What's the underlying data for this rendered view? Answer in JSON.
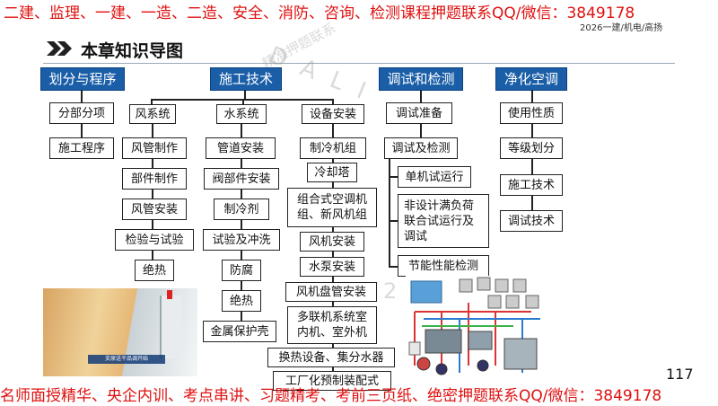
{
  "ad_top": "二建、监理、一建、一造、二造、安全、消防、咨询、检测课程押题联系QQ/微信：3849178",
  "ad_bottom": "名师面授精华、央企内训、考点串讲、习题精考、考前三页纸、绝密押题联系QQ/微信：3849178",
  "header_right": "2026一建/机电/高扬",
  "watermark_text": "精准押题联系",
  "watermark_bg": "DALI",
  "watermark_bottom": "2",
  "title": "本章知识导图",
  "page_number": "117",
  "photo_caption": "支原送干品调开始",
  "colors": {
    "header_bg": "#1a5ea8",
    "ad_red": "#e01010",
    "chevron": "#222222"
  },
  "sections": {
    "division": {
      "label": "划分与程序",
      "items": [
        "分部分项",
        "施工程序"
      ]
    },
    "construction": {
      "label": "施工技术",
      "wind": {
        "label": "风系统",
        "items": [
          "风管制作",
          "部件制作",
          "风管安装",
          "检验与试验",
          "绝热"
        ]
      },
      "water": {
        "label": "水系统",
        "items": [
          "管道安装",
          "阀部件安装",
          "制冷剂",
          "试验及冲洗",
          "防腐",
          "绝热",
          "金属保护壳"
        ]
      },
      "equipment": {
        "label": "设备安装",
        "items": [
          "制冷机组",
          "冷却塔",
          "组合式空调机组、新风机组",
          "风机安装",
          "水泵安装",
          "风机盘管安装",
          "多联机系统室内机、室外机",
          "换热设备、集分水器",
          "工厂化预制装配式"
        ]
      }
    },
    "testing": {
      "label": "调试和检测",
      "prep": "调试准备",
      "main": "调试及检测",
      "sub": [
        "单机试运行",
        "非设计满负荷联合试运行及调试",
        "节能性能检测"
      ]
    },
    "clean": {
      "label": "净化空调",
      "items": [
        "使用性质",
        "等级划分",
        "施工技术",
        "调试技术"
      ]
    }
  }
}
